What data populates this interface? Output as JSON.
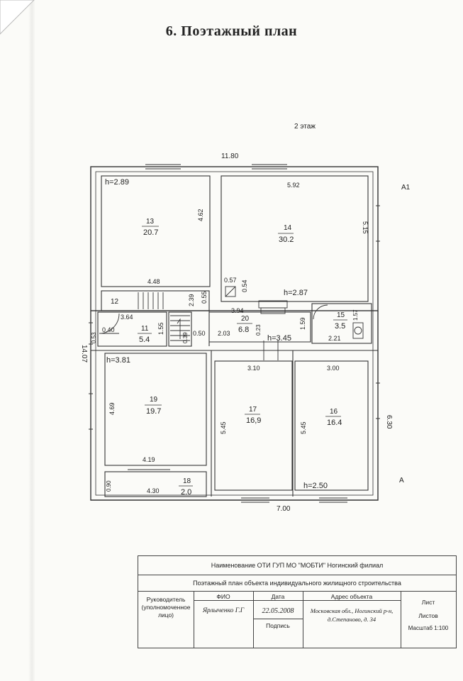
{
  "heading": "6. Поэтажный план",
  "floor_label": "2 этаж",
  "plan": {
    "overall_width": "11.80",
    "overall_depth": "14.07",
    "right_depth": "6.30",
    "bottom_width": "7.00",
    "axis_a1": "А1",
    "axis_a": "А",
    "rooms": [
      {
        "num": "13",
        "area": "20.7",
        "height": "h=2.89",
        "d1": "4.48",
        "d2": "4.62"
      },
      {
        "num": "14",
        "area": "30.2",
        "height": "h=2.87",
        "d1": "5.92",
        "d2": "5.15"
      },
      {
        "num": "12"
      },
      {
        "num": "11",
        "area": "5.4",
        "d1": "3.64",
        "d2": "1.55",
        "d3": "0.40",
        "d4": "0.53",
        "d5": "0.39"
      },
      {
        "num": "20",
        "area": "6.8",
        "height": "h=3.45",
        "d1": "3.94",
        "d2": "2.03",
        "d3": "0.50",
        "d4": "0.23",
        "d5": "2.39",
        "d6": "0.55"
      },
      {
        "num": "15",
        "area": "3.5",
        "d1": "2.21",
        "d2": "1.57",
        "d3": "1.59"
      },
      {
        "num": "19",
        "area": "19.7",
        "height": "h=3.81",
        "d1": "4.19",
        "d2": "4.69"
      },
      {
        "num": "17",
        "area": "16,9",
        "d1": "3.10",
        "d2": "5.45"
      },
      {
        "num": "16",
        "area": "16.4",
        "height": "h=2.50",
        "d1": "3.00",
        "d2": "5.45"
      },
      {
        "num": "18",
        "area": "2.0",
        "d1": "4.30",
        "d2": "0.90"
      }
    ],
    "misc_dims": {
      "shaft_w": "0.57",
      "shaft_h": "0.54"
    }
  },
  "table": {
    "org": "Наименование ОТИ ГУП МО \"МОБТИ\" Ногинский филиал",
    "doc_title": "Поэтажный план объекта индивидуального жилищного строительства",
    "head_role": "Руководитель",
    "head_role_sub1": "(уполномоченное",
    "head_role_sub2": "лицо)",
    "fio_label": "ФИО",
    "fio_value": "Ярлыченко Г.Г",
    "date_label": "Дата",
    "date_value": "22.05.2008",
    "sign_label": "Подпись",
    "addr_label": "Адрес объекта",
    "addr_line1": "Московская обл., Ногинский р-н,",
    "addr_line2": "д.Степаново, д. 34",
    "sheet_label": "Лист",
    "sheets_label": "Листов",
    "scale_label": "Масштаб 1:100"
  }
}
